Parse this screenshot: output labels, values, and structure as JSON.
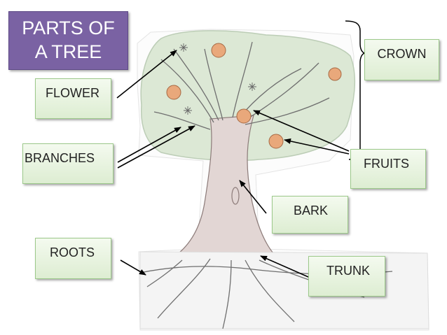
{
  "title": {
    "line1": "PARTS OF",
    "line2": "A TREE"
  },
  "labels": {
    "crown": "CROWN",
    "flower": "FLOWER",
    "branches": "BRANCHES",
    "fruits": "FRUITS",
    "bark": "BARK",
    "roots": "ROOTS",
    "trunk": "TRUNK"
  },
  "colors": {
    "title_bg": "#7a62a3",
    "label_border": "#9cc98a",
    "label_bg": "#e8f4e0",
    "crown_fill": "#d9e6d2",
    "trunk_fill": "#e2d6d4",
    "fruit": "#e9a87b",
    "arrow": "#000000"
  }
}
